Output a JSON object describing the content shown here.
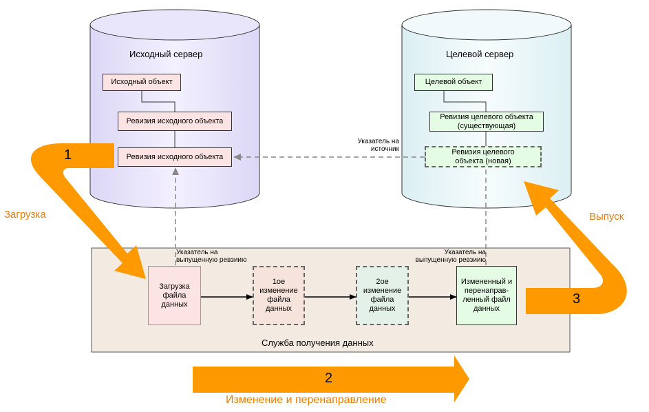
{
  "source_server": {
    "title": "Исходный сервер",
    "object": "Исходный объект",
    "revision_1": "Ревизия исходного объекта",
    "revision_2": "Ревизия исходного объекта"
  },
  "target_server": {
    "title": "Целевой сервер",
    "object": "Целевой объект",
    "revision_existing": "Ревизия целевого объекта (существующая)",
    "revision_new": "Ревизия целевого объекта (новая)"
  },
  "pointers": {
    "to_source": "Указатель на источник",
    "released_left": "Указатель на выпущенную ревзиию",
    "released_right": "Указатель на выпущенную ревзиию"
  },
  "service": {
    "title": "Служба получения данных",
    "step_load": "Загрузка файла данных",
    "step_change1": "1ое изменение файла данных",
    "step_change2": "2ое изменение файла данных",
    "step_result": "Измененный и перенаправ-ленный файл данных"
  },
  "flow": {
    "num1": "1",
    "num2": "2",
    "num3": "3",
    "label_load": "Загрузка",
    "label_release": "Выпуск",
    "label_change": "Изменение и перенаправление"
  },
  "colors": {
    "orange": "#ff9900",
    "orange_text": "#f07c00",
    "source_cylinder": "#e6e6fa",
    "target_cylinder": "#eef8fb",
    "service_bg": "#f3ebe1"
  }
}
